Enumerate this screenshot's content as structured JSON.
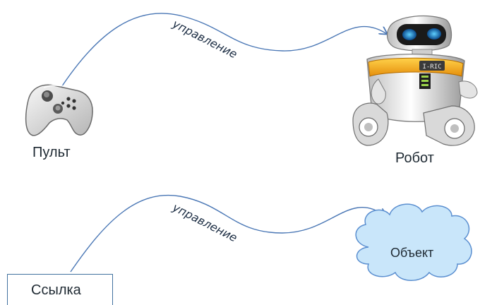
{
  "diagram": {
    "top": {
      "source_label": "Пульт",
      "target_label": "Робот",
      "edge_label": "управление",
      "robot_badge": "I-RIC"
    },
    "bottom": {
      "source_label": "Ссылка",
      "target_label": "Объект",
      "edge_label": "управление"
    }
  },
  "colors": {
    "edge": "#4a77b5",
    "cloud_fill": "#c9e6fa",
    "cloud_stroke": "#5b8fd0",
    "box_stroke": "#41729f"
  },
  "icons": [
    "gamepad-icon",
    "robot-icon",
    "cloud-shape"
  ]
}
